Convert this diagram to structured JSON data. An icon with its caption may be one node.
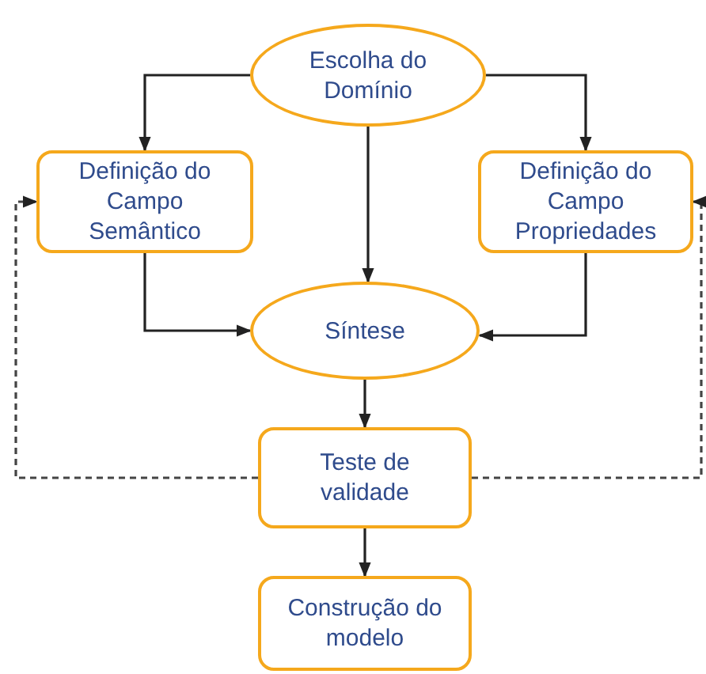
{
  "diagram": {
    "nodes": [
      {
        "text": [
          "Escolha do Domínio"
        ]
      },
      {
        "text": [
          "Definição do Campo Semântico"
        ]
      },
      {
        "text": [
          "Definição do Campo Propriedades"
        ]
      },
      {
        "text": [
          "Síntese"
        ]
      },
      {
        "text": [
          "Teste de validade"
        ]
      },
      {
        "text": [
          "Construção do modelo"
        ]
      }
    ],
    "edges": [
      {
        "from": 0,
        "to": 1,
        "arrow": "to"
      },
      {
        "from": 0,
        "to": 2,
        "arrow": "to"
      },
      {
        "from": 0,
        "to": 3,
        "arrow": "to"
      },
      {
        "from": 1,
        "to": 3,
        "arrow": "to"
      },
      {
        "from": 2,
        "to": 3,
        "arrow": "to"
      },
      {
        "from": 3,
        "to": 4,
        "arrow": "to"
      },
      {
        "from": 4,
        "to": 5,
        "arrow": "to"
      },
      {
        "from": 4,
        "to": 1,
        "arrow": "to",
        "style": "dashed"
      },
      {
        "from": 4,
        "to": 2,
        "arrow": "to",
        "style": "dashed"
      }
    ]
  }
}
